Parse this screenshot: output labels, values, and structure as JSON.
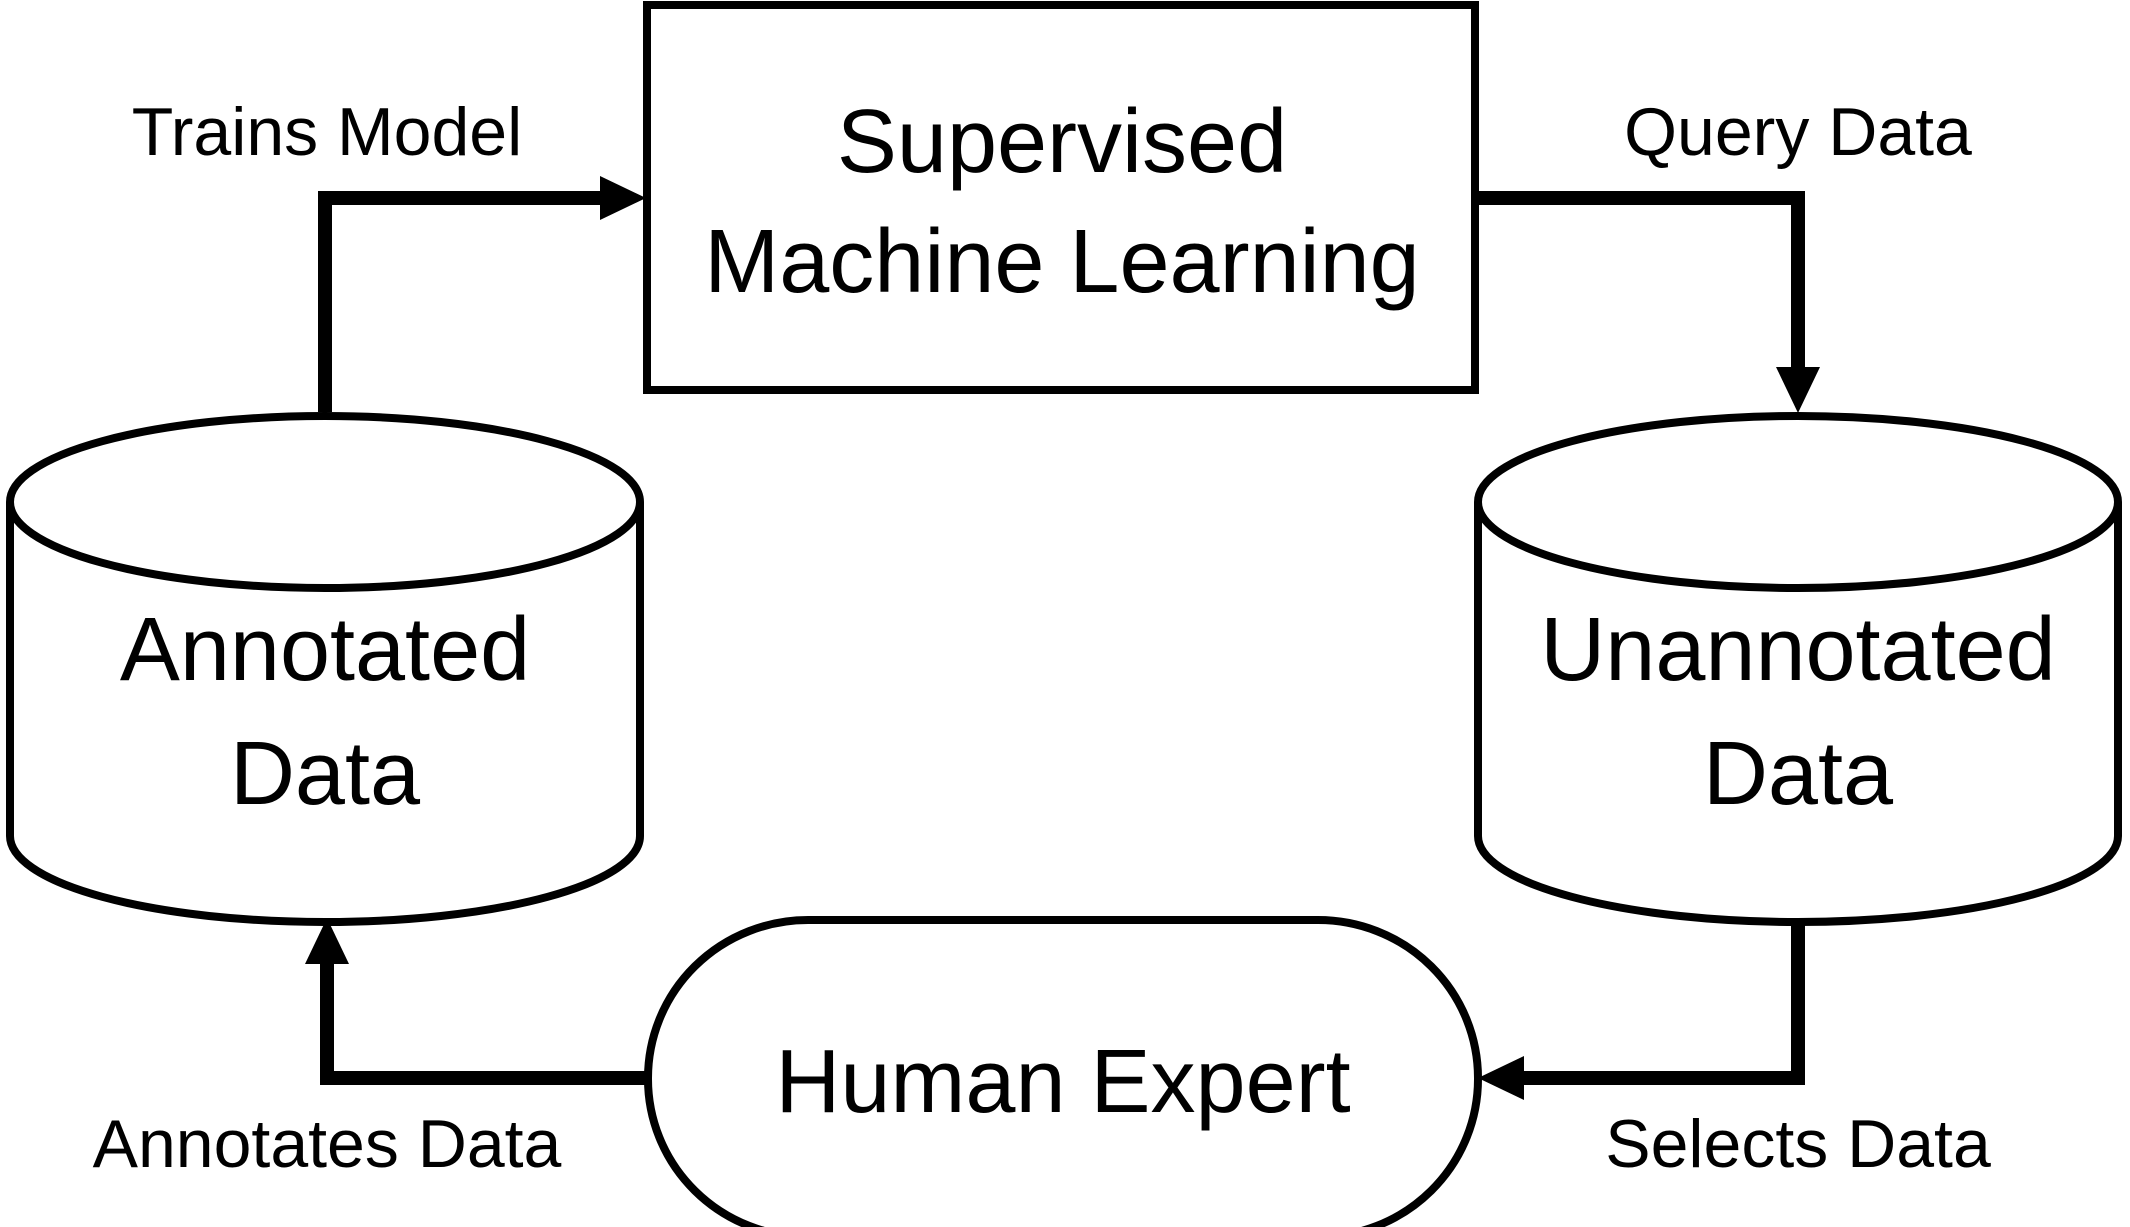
{
  "nodes": {
    "supervised_ml": {
      "line1": "Supervised",
      "line2": "Machine Learning",
      "shape": "rectangle"
    },
    "annotated_data": {
      "line1": "Annotated",
      "line2": "Data",
      "shape": "cylinder"
    },
    "unannotated_data": {
      "line1": "Unannotated",
      "line2": "Data",
      "shape": "cylinder"
    },
    "human_expert": {
      "label": "Human Expert",
      "shape": "rounded-pill"
    }
  },
  "edges": {
    "trains_model": {
      "label": "Trains Model",
      "from": "annotated_data",
      "to": "supervised_ml"
    },
    "query_data": {
      "label": "Query Data",
      "from": "supervised_ml",
      "to": "unannotated_data"
    },
    "selects_data": {
      "label": "Selects Data",
      "from": "unannotated_data",
      "to": "human_expert"
    },
    "annotates_data": {
      "label": "Annotates Data",
      "from": "human_expert",
      "to": "annotated_data"
    }
  },
  "colors": {
    "stroke": "#000000",
    "background": "#ffffff"
  }
}
